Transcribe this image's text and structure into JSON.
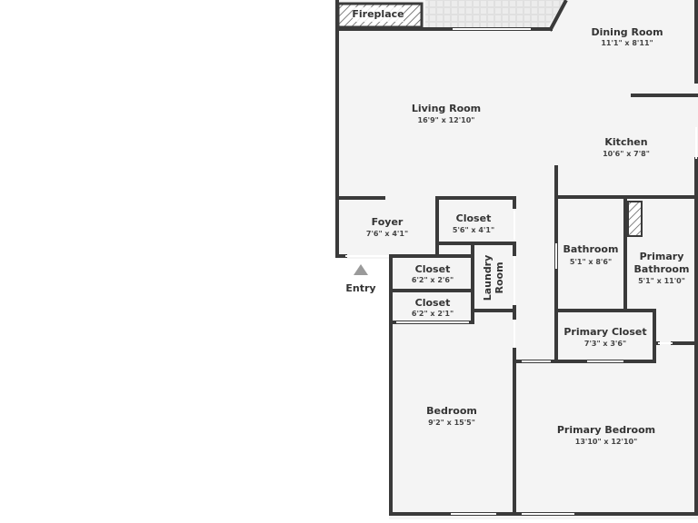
{
  "rooms": {
    "fireplace": {
      "name": "Fireplace"
    },
    "dining_room": {
      "name": "Dining Room",
      "dims": "11'1\" x 8'11\""
    },
    "living_room": {
      "name": "Living Room",
      "dims": "16'9\" x 12'10\""
    },
    "kitchen": {
      "name": "Kitchen",
      "dims": "10'6\" x 7'8\""
    },
    "foyer": {
      "name": "Foyer",
      "dims": "7'6\" x 4'1\""
    },
    "closet_hall": {
      "name": "Closet",
      "dims": "5'6\" x 4'1\""
    },
    "closet_upper": {
      "name": "Closet",
      "dims": "6'2\" x 2'6\""
    },
    "closet_lower": {
      "name": "Closet",
      "dims": "6'2\" x 2'1\""
    },
    "laundry_room": {
      "name_line1": "Laundry",
      "name_line2": "Room"
    },
    "bathroom": {
      "name": "Bathroom",
      "dims": "5'1\" x 8'6\""
    },
    "primary_bathroom": {
      "name_line1": "Primary",
      "name_line2": "Bathroom",
      "dims": "5'1\" x 11'0\""
    },
    "primary_closet": {
      "name": "Primary Closet",
      "dims": "7'3\" x 3'6\""
    },
    "bedroom": {
      "name": "Bedroom",
      "dims": "9'2\" x 15'5\""
    },
    "primary_bedroom": {
      "name": "Primary Bedroom",
      "dims": "13'10\" x 12'10\""
    }
  },
  "entry": {
    "label": "Entry"
  },
  "colors": {
    "wall": "#3a3a3a",
    "floor": "#f4f4f4",
    "window": "#ffffff",
    "patio": "#e8e8e8",
    "entry_marker": "#9a9a9a"
  }
}
